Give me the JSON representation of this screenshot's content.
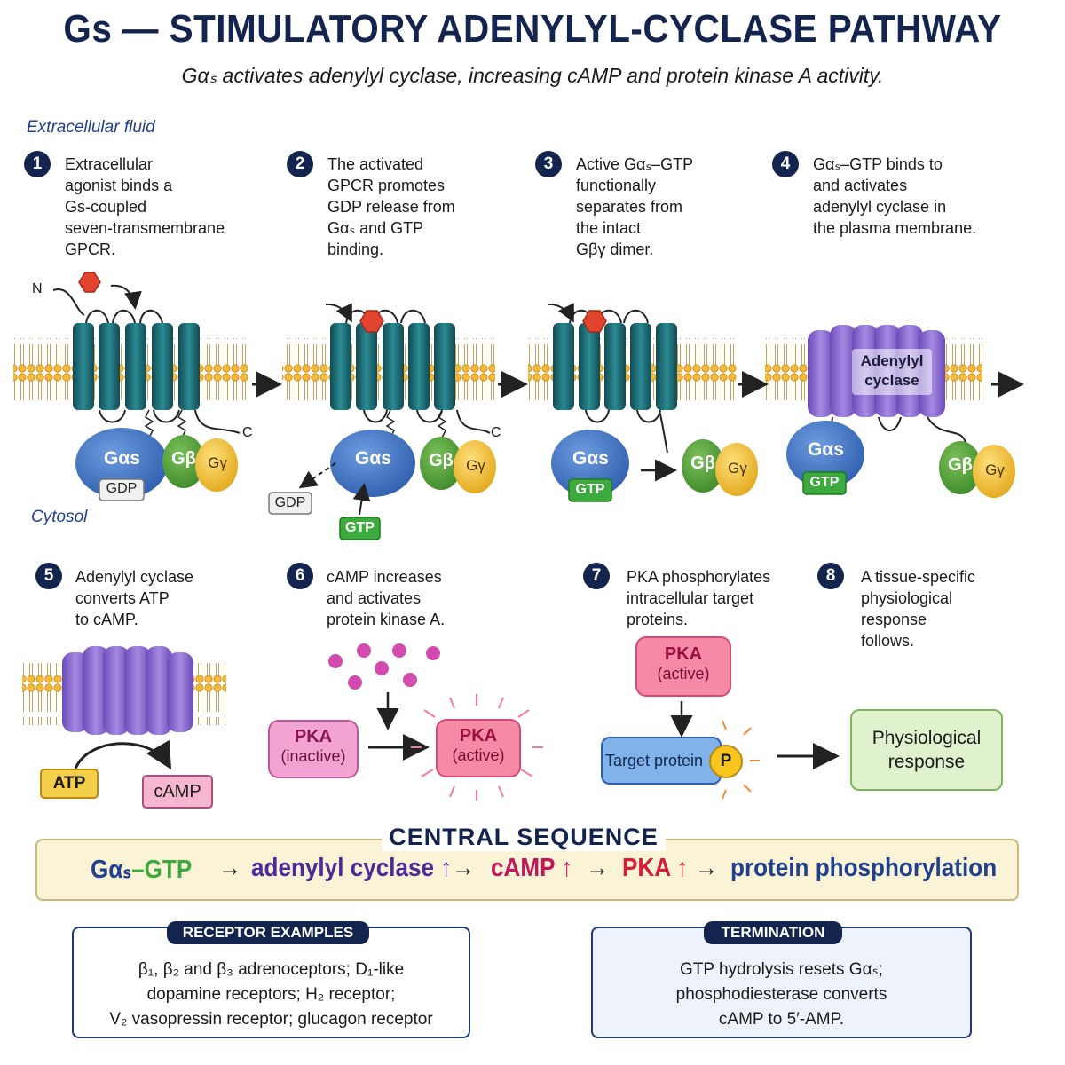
{
  "title": "Gs — STIMULATORY ADENYLYL-CYCLASE PATHWAY",
  "subtitle": "Gαₛ activates adenylyl cyclase, increasing cAMP and protein kinase A activity.",
  "regions": {
    "extracellular": "Extracellular fluid",
    "cytosol": "Cytosol"
  },
  "steps": [
    {
      "num": "1",
      "text": "Extracellular\nagonist binds a\nGs-coupled\nseven-transmembrane\nGPCR."
    },
    {
      "num": "2",
      "text": "The activated\nGPCR promotes\nGDP release from\nGαₛ and GTP\nbinding."
    },
    {
      "num": "3",
      "text": "Active Gαₛ–GTP\nfunctionally\nseparates from\nthe intact\nGβγ dimer."
    },
    {
      "num": "4",
      "text": "Gαₛ–GTP binds to\nand activates\nadenylyl cyclase in\nthe plasma membrane."
    },
    {
      "num": "5",
      "text": "Adenylyl cyclase\nconverts ATP\nto cAMP."
    },
    {
      "num": "6",
      "text": "cAMP increases\nand activates\nprotein kinase A."
    },
    {
      "num": "7",
      "text": "PKA phosphorylates\nintracellular target\nproteins."
    },
    {
      "num": "8",
      "text": "A tissue-specific\nphysiological\nresponse\nfollows."
    }
  ],
  "labels": {
    "n_term": "N",
    "c_term": "C",
    "g_alpha": "Gαs",
    "g_beta": "Gβ",
    "g_gamma": "Gγ",
    "gdp": "GDP",
    "gtp": "GTP",
    "adenylyl_cyclase": "Adenylyl\ncyclase",
    "atp": "ATP",
    "camp": "cAMP",
    "pka": "PKA",
    "inactive": "(inactive)",
    "active": "(active)",
    "target_protein": "Target protein",
    "phospho": "P",
    "physiological_response": "Physiological\nresponse"
  },
  "central": {
    "heading": "CENTRAL SEQUENCE",
    "items": [
      {
        "text": "Gαₛ–GTP",
        "color": "#1f3f8f"
      },
      {
        "text": "adenylyl cyclase ↑",
        "color": "#4b2a9a"
      },
      {
        "text": "cAMP ↑",
        "color": "#c2185b"
      },
      {
        "text": "PKA ↑",
        "color": "#d81b3a"
      },
      {
        "text": "protein phosphorylation",
        "color": "#1f3f8f"
      }
    ],
    "arrow": "→"
  },
  "receptor_examples": {
    "heading": "RECEPTOR EXAMPLES",
    "text": "β₁, β₂ and β₃ adrenoceptors; D₁-like\ndopamine receptors; H₂ receptor;\nV₂ vasopressin receptor; glucagon receptor"
  },
  "termination": {
    "heading": "TERMINATION",
    "text": "GTP hydrolysis resets Gαₛ;\nphosphodiesterase converts\ncAMP to 5′-AMP."
  },
  "colors": {
    "navy": "#13254f",
    "receptor": "#1d6b72",
    "g_alpha": "#3f73c4",
    "g_beta": "#5aa33c",
    "g_gamma": "#f2c12e",
    "cyclase": "#8a6bd1",
    "pka": "#f48fb1",
    "target": "#6aa6e8",
    "response": "#d8f0c4",
    "ligand": "#e2452e",
    "membrane_head": "#f4b93a"
  }
}
